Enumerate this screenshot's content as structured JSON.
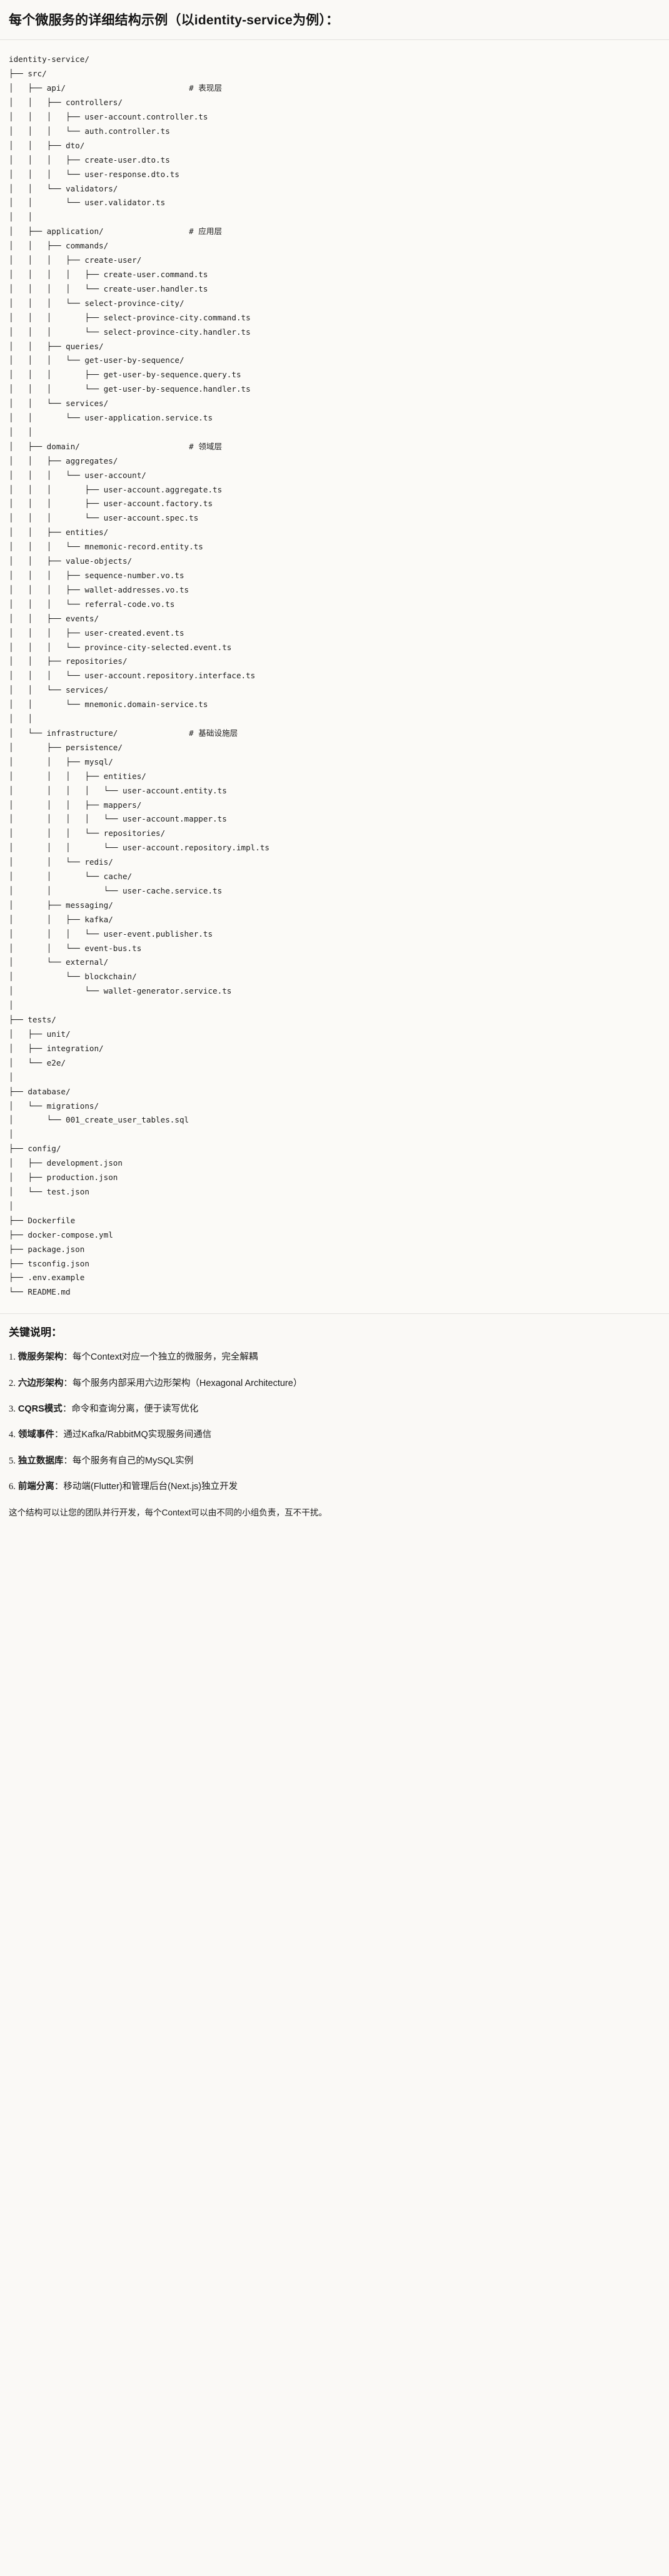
{
  "title": "每个微服务的详细结构示例（以identity-service为例）：",
  "tree": {
    "root": "identity-service/",
    "text": "identity-service/\n├── src/\n│   ├── api/                          # 表现层\n│   │   ├── controllers/\n│   │   │   ├── user-account.controller.ts\n│   │   │   └── auth.controller.ts\n│   │   ├── dto/\n│   │   │   ├── create-user.dto.ts\n│   │   │   └── user-response.dto.ts\n│   │   └── validators/\n│   │       └── user.validator.ts\n│   │\n│   ├── application/                  # 应用层\n│   │   ├── commands/\n│   │   │   ├── create-user/\n│   │   │   │   ├── create-user.command.ts\n│   │   │   │   └── create-user.handler.ts\n│   │   │   └── select-province-city/\n│   │   │       ├── select-province-city.command.ts\n│   │   │       └── select-province-city.handler.ts\n│   │   ├── queries/\n│   │   │   └── get-user-by-sequence/\n│   │   │       ├── get-user-by-sequence.query.ts\n│   │   │       └── get-user-by-sequence.handler.ts\n│   │   └── services/\n│   │       └── user-application.service.ts\n│   │\n│   ├── domain/                       # 领域层\n│   │   ├── aggregates/\n│   │   │   └── user-account/\n│   │   │       ├── user-account.aggregate.ts\n│   │   │       ├── user-account.factory.ts\n│   │   │       └── user-account.spec.ts\n│   │   ├── entities/\n│   │   │   └── mnemonic-record.entity.ts\n│   │   ├── value-objects/\n│   │   │   ├── sequence-number.vo.ts\n│   │   │   ├── wallet-addresses.vo.ts\n│   │   │   └── referral-code.vo.ts\n│   │   ├── events/\n│   │   │   ├── user-created.event.ts\n│   │   │   └── province-city-selected.event.ts\n│   │   ├── repositories/\n│   │   │   └── user-account.repository.interface.ts\n│   │   └── services/\n│   │       └── mnemonic.domain-service.ts\n│   │\n│   └── infrastructure/               # 基础设施层\n│       ├── persistence/\n│       │   ├── mysql/\n│       │   │   ├── entities/\n│       │   │   │   └── user-account.entity.ts\n│       │   │   ├── mappers/\n│       │   │   │   └── user-account.mapper.ts\n│       │   │   └── repositories/\n│       │   │       └── user-account.repository.impl.ts\n│       │   └── redis/\n│       │       └── cache/\n│       │           └── user-cache.service.ts\n│       ├── messaging/\n│       │   ├── kafka/\n│       │   │   └── user-event.publisher.ts\n│       │   └── event-bus.ts\n│       └── external/\n│           └── blockchain/\n│               └── wallet-generator.service.ts\n│\n├── tests/\n│   ├── unit/\n│   ├── integration/\n│   └── e2e/\n│\n├── database/\n│   └── migrations/\n│       └── 001_create_user_tables.sql\n│\n├── config/\n│   ├── development.json\n│   ├── production.json\n│   └── test.json\n│\n├── Dockerfile\n├── docker-compose.yml\n├── package.json\n├── tsconfig.json\n├── .env.example\n└── README.md"
  },
  "notes": {
    "heading": "关键说明：",
    "items": [
      {
        "num": "1.",
        "term": "微服务架构",
        "sep": "：",
        "desc": "每个Context对应一个独立的微服务，完全解耦"
      },
      {
        "num": "2.",
        "term": "六边形架构",
        "sep": "：",
        "desc": "每个服务内部采用六边形架构（Hexagonal Architecture）"
      },
      {
        "num": "3.",
        "term": "CQRS模式",
        "sep": "：",
        "desc": "命令和查询分离，便于读写优化"
      },
      {
        "num": "4.",
        "term": "领域事件",
        "sep": "：",
        "desc": "通过Kafka/RabbitMQ实现服务间通信"
      },
      {
        "num": "5.",
        "term": "独立数据库",
        "sep": "：",
        "desc": "每个服务有自己的MySQL实例"
      },
      {
        "num": "6.",
        "term": "前端分离",
        "sep": "：",
        "desc": "移动端(Flutter)和管理后台(Next.js)独立开发"
      }
    ],
    "closing": "这个结构可以让您的团队并行开发，每个Context可以由不同的小组负责，互不干扰。"
  }
}
